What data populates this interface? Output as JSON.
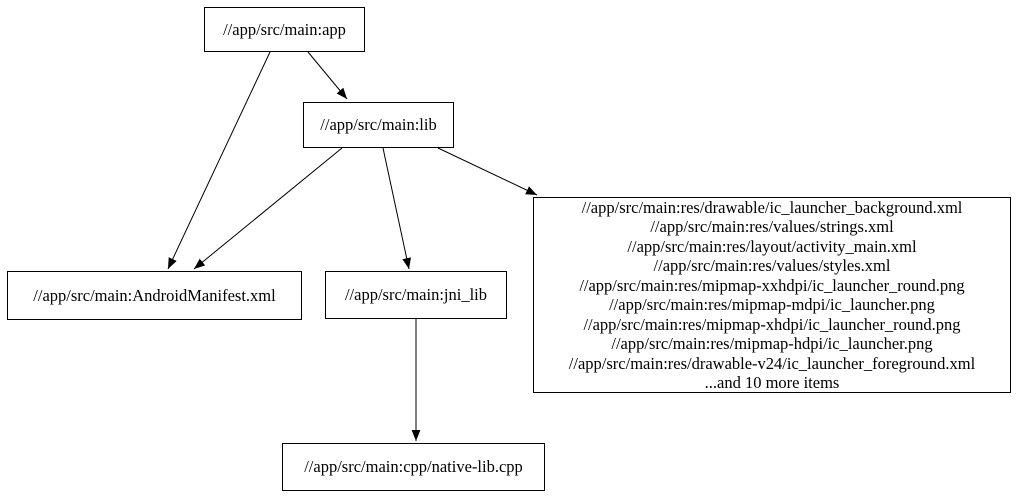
{
  "graph": {
    "kind": "dependency-graph",
    "nodes": {
      "app": {
        "label": "//app/src/main:app"
      },
      "lib": {
        "label": "//app/src/main:lib"
      },
      "manifest": {
        "label": "//app/src/main:AndroidManifest.xml"
      },
      "jni_lib": {
        "label": "//app/src/main:jni_lib"
      },
      "res": {
        "lines": [
          "//app/src/main:res/drawable/ic_launcher_background.xml",
          "//app/src/main:res/values/strings.xml",
          "//app/src/main:res/layout/activity_main.xml",
          "//app/src/main:res/values/styles.xml",
          "//app/src/main:res/mipmap-xxhdpi/ic_launcher_round.png",
          "//app/src/main:res/mipmap-mdpi/ic_launcher.png",
          "//app/src/main:res/mipmap-xhdpi/ic_launcher_round.png",
          "//app/src/main:res/mipmap-hdpi/ic_launcher.png",
          "//app/src/main:res/drawable-v24/ic_launcher_foreground.xml",
          "...and 10 more items"
        ]
      },
      "cpp": {
        "label": "//app/src/main:cpp/native-lib.cpp"
      }
    },
    "edges": [
      {
        "from": "//app/src/main:app",
        "to": "//app/src/main:lib"
      },
      {
        "from": "//app/src/main:app",
        "to": "//app/src/main:AndroidManifest.xml"
      },
      {
        "from": "//app/src/main:lib",
        "to": "//app/src/main:AndroidManifest.xml"
      },
      {
        "from": "//app/src/main:lib",
        "to": "//app/src/main:jni_lib"
      },
      {
        "from": "//app/src/main:lib",
        "to": "res-file-group"
      },
      {
        "from": "//app/src/main:jni_lib",
        "to": "//app/src/main:cpp/native-lib.cpp"
      }
    ],
    "colors": {
      "background": "#ffffff",
      "node_border": "#000000",
      "edge": "#000000",
      "text": "#000000"
    }
  }
}
